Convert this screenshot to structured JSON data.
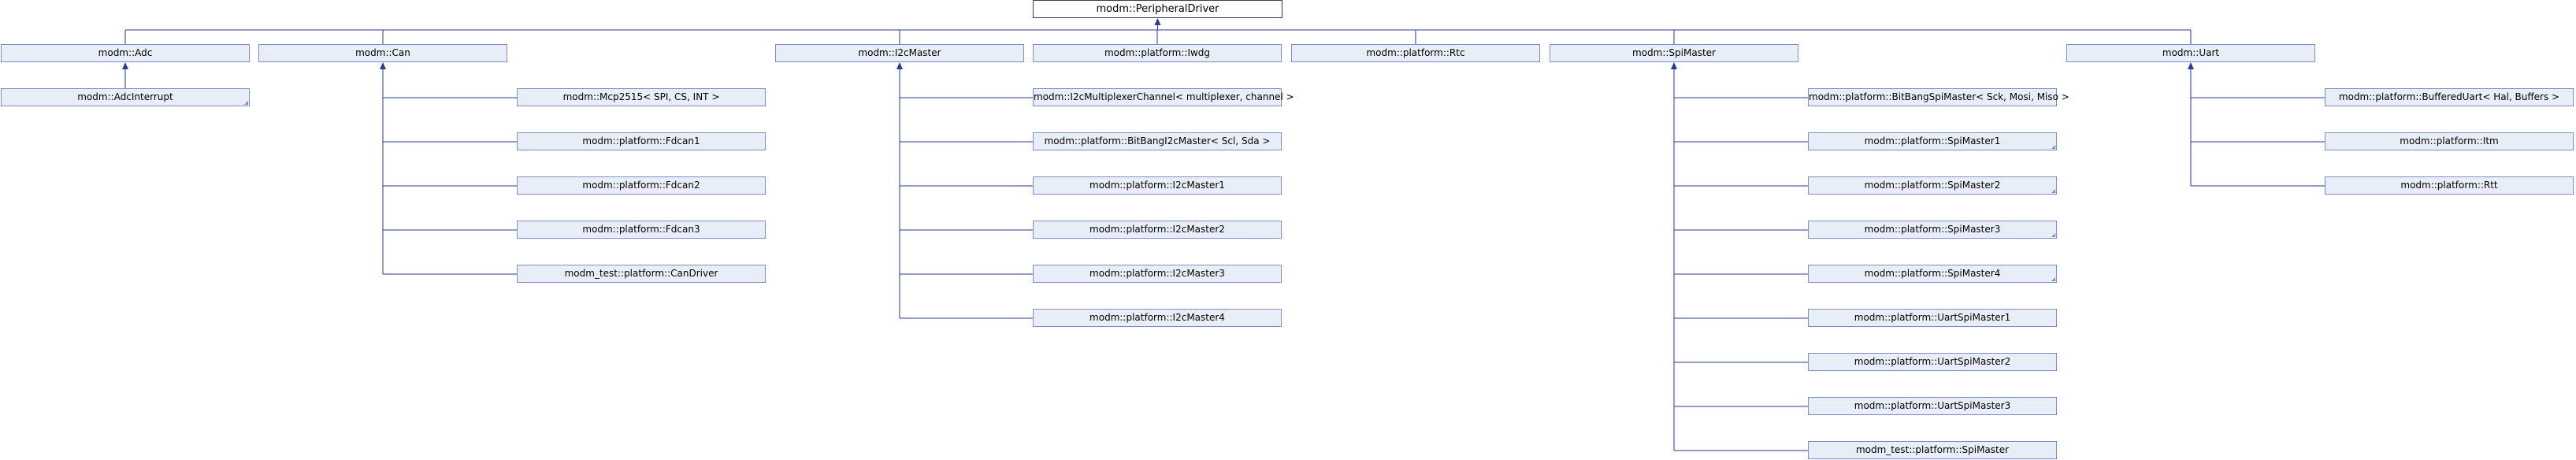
{
  "diagram": {
    "root": "modm::PeripheralDriver",
    "bases": [
      {
        "id": "adc",
        "label": "modm::Adc"
      },
      {
        "id": "can",
        "label": "modm::Can"
      },
      {
        "id": "i2c",
        "label": "modm::I2cMaster"
      },
      {
        "id": "iwdg",
        "label": "modm::platform::Iwdg"
      },
      {
        "id": "rtc",
        "label": "modm::platform::Rtc"
      },
      {
        "id": "spi",
        "label": "modm::SpiMaster"
      },
      {
        "id": "uart",
        "label": "modm::Uart"
      }
    ],
    "children": {
      "adc": [
        {
          "label": "modm::AdcInterrupt",
          "folded": true
        }
      ],
      "can": [
        {
          "label": "modm::Mcp2515< SPI, CS, INT >"
        },
        {
          "label": "modm::platform::Fdcan1"
        },
        {
          "label": "modm::platform::Fdcan2"
        },
        {
          "label": "modm::platform::Fdcan3"
        },
        {
          "label": "modm_test::platform::CanDriver"
        }
      ],
      "i2c": [
        {
          "label": "modm::I2cMultiplexerChannel< multiplexer, channel >"
        },
        {
          "label": "modm::platform::BitBangI2cMaster< Scl, Sda >"
        },
        {
          "label": "modm::platform::I2cMaster1"
        },
        {
          "label": "modm::platform::I2cMaster2"
        },
        {
          "label": "modm::platform::I2cMaster3"
        },
        {
          "label": "modm::platform::I2cMaster4"
        }
      ],
      "spi": [
        {
          "label": "modm::platform::BitBangSpiMaster< Sck, Mosi, Miso >"
        },
        {
          "label": "modm::platform::SpiMaster1",
          "folded": true
        },
        {
          "label": "modm::platform::SpiMaster2",
          "folded": true
        },
        {
          "label": "modm::platform::SpiMaster3",
          "folded": true
        },
        {
          "label": "modm::platform::SpiMaster4",
          "folded": true
        },
        {
          "label": "modm::platform::UartSpiMaster1"
        },
        {
          "label": "modm::platform::UartSpiMaster2"
        },
        {
          "label": "modm::platform::UartSpiMaster3"
        },
        {
          "label": "modm_test::platform::SpiMaster"
        }
      ],
      "uart": [
        {
          "label": "modm::platform::BufferedUart< Hal, Buffers >"
        },
        {
          "label": "modm::platform::Itm"
        },
        {
          "label": "modm::platform::Rtt"
        }
      ]
    },
    "colors": {
      "node_fill": "#e8eef8",
      "node_border": "#7b8fc2",
      "edge": "#2a3a9a",
      "root_border": "#404040"
    }
  }
}
